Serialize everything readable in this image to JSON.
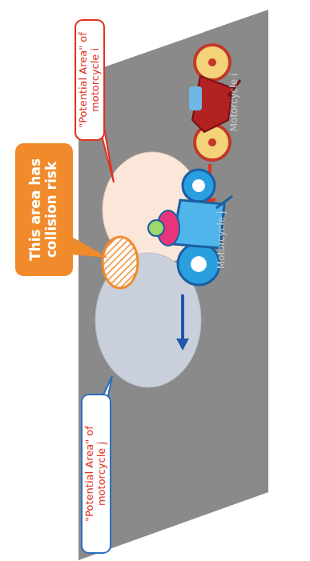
{
  "diagram": {
    "nodes": [
      {
        "text": [
          "\"Potential Area\" of motorcycle i"
        ]
      },
      {
        "text": [
          "This area has collision risk"
        ]
      },
      {
        "text": [
          "\"Potential Area\" of motorcycle j"
        ]
      }
    ],
    "labels": [
      "Motorcycle i",
      "Motorcycle j"
    ]
  }
}
